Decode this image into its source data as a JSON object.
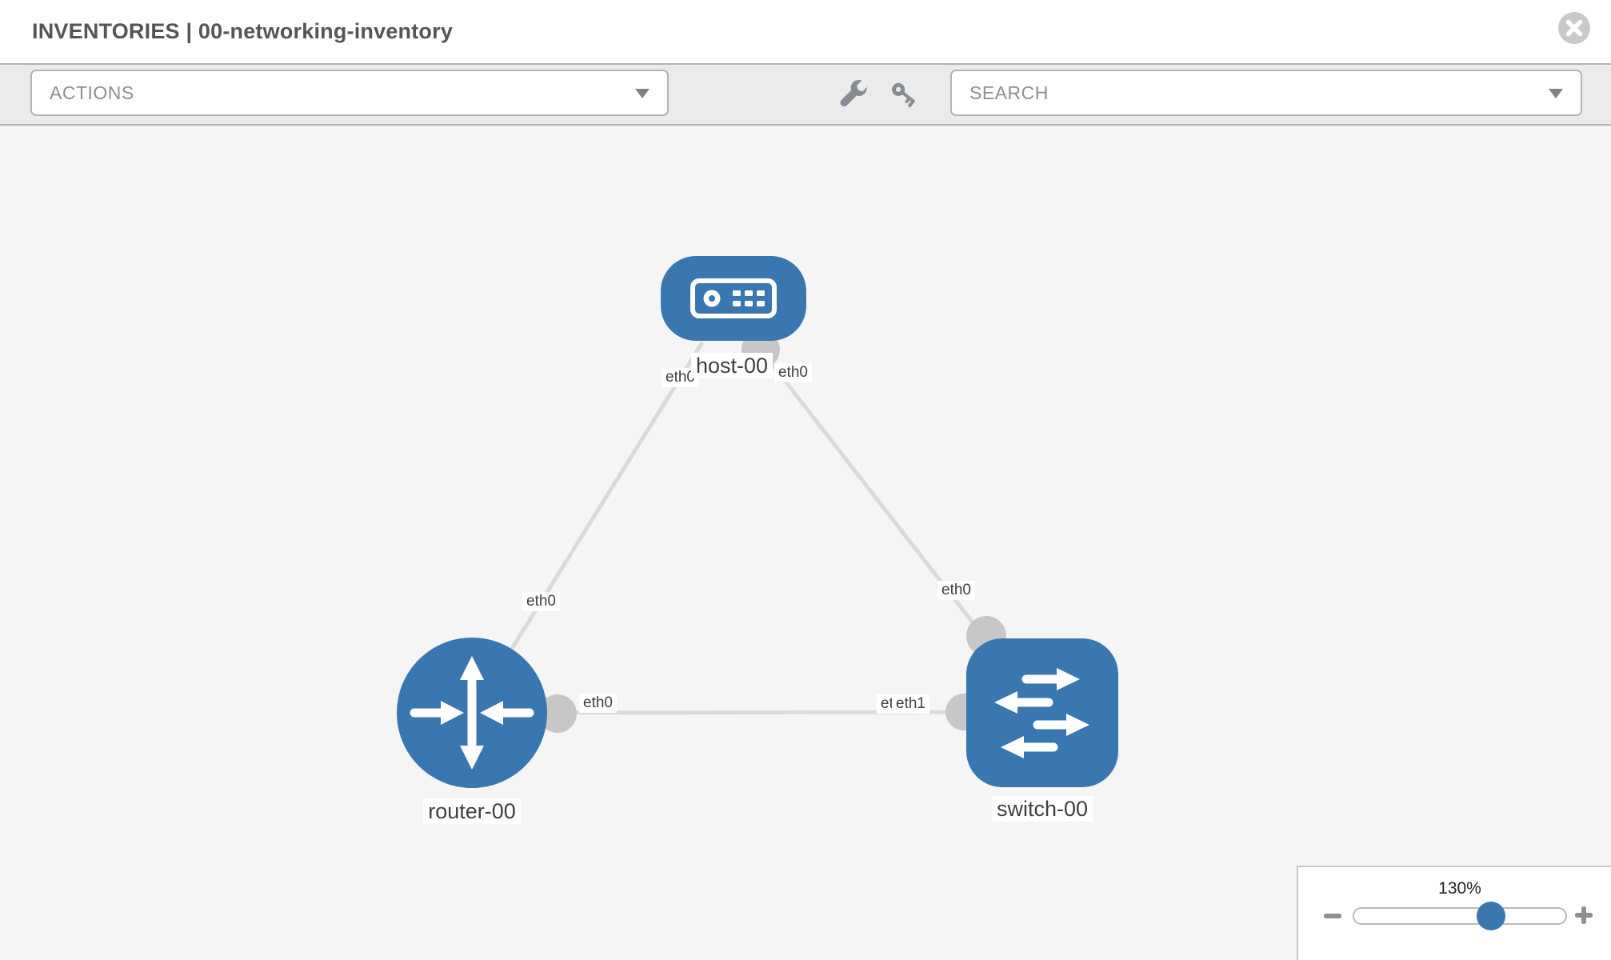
{
  "header": {
    "title": "INVENTORIES | 00-networking-inventory"
  },
  "toolbar": {
    "actions_label": "ACTIONS",
    "search_placeholder": "SEARCH",
    "icons": {
      "wrench": "wrench-icon",
      "key": "key-icon",
      "close": "close-icon",
      "dropdown": "chevron-down-icon"
    }
  },
  "topology": {
    "nodes": [
      {
        "id": "host-00",
        "type": "host",
        "label": "host-00",
        "icon": "host-icon"
      },
      {
        "id": "router-00",
        "type": "router",
        "label": "router-00",
        "icon": "router-icon"
      },
      {
        "id": "switch-00",
        "type": "switch",
        "label": "switch-00",
        "icon": "switch-icon"
      }
    ],
    "links": [
      {
        "source": "host-00",
        "source_interface": "eth0",
        "target": "router-00",
        "target_interface": "eth0"
      },
      {
        "source": "host-00",
        "source_interface": "eth0",
        "target": "switch-00",
        "target_interface": "eth0"
      },
      {
        "source": "router-00",
        "source_interface": "eth0",
        "target": "switch-00",
        "target_interface": "eth1"
      }
    ],
    "overlapped_interface_label": "eth0"
  },
  "zoom_control": {
    "level": "130%"
  },
  "colors": {
    "node_fill": "#3a76af",
    "link_stroke": "#dadada",
    "endpoint_fill": "#c7c7c7",
    "canvas_bg": "#f5f5f5",
    "toolbar_bg": "#ebebeb",
    "knob_accent": "#3a76af"
  }
}
